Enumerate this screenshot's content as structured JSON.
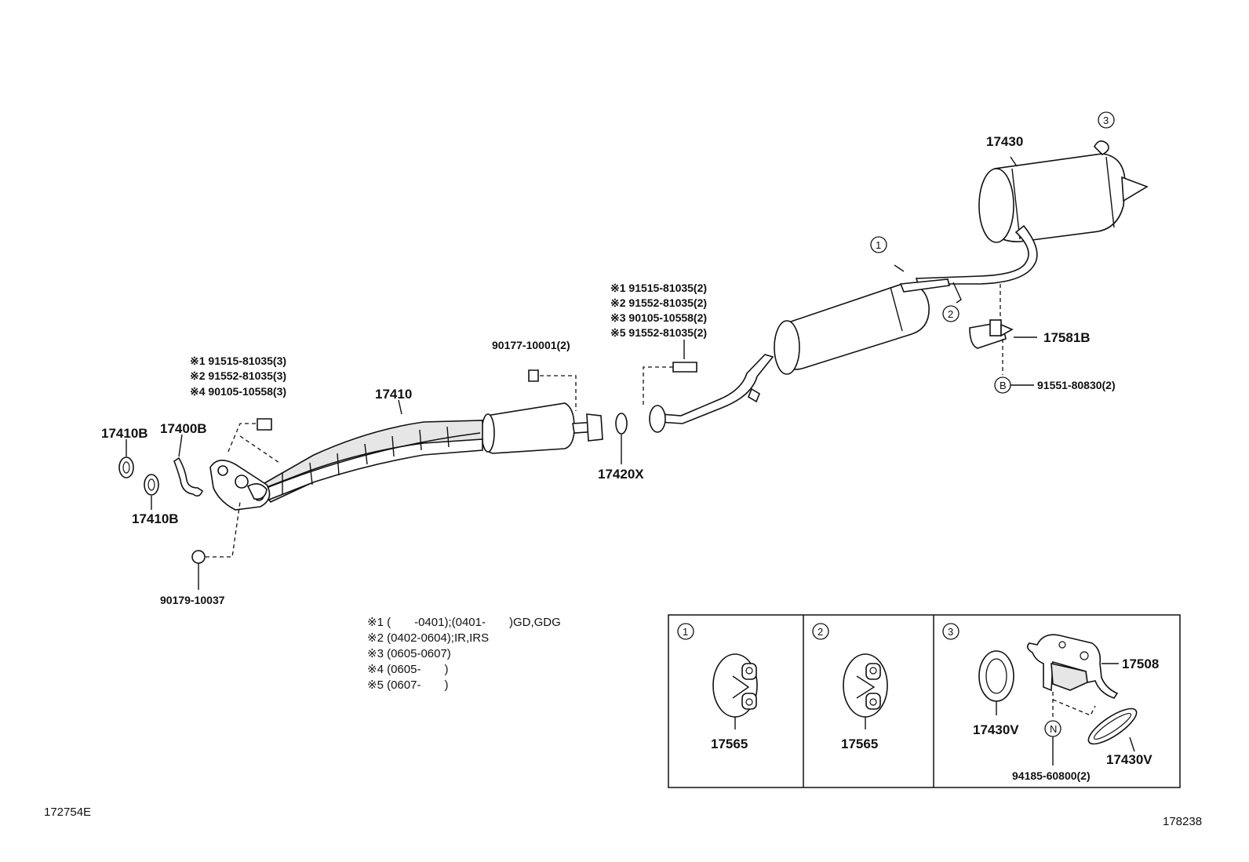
{
  "diagram": {
    "circle_labels": {
      "one": "1",
      "two": "2",
      "three": "3",
      "b": "B",
      "n": "N"
    },
    "parts": {
      "p17430": "17430",
      "p17581B": "17581B",
      "p91551": "91551-80830(2)",
      "p17410": "17410",
      "p17410B_top": "17410B",
      "p17410B_bottom": "17410B",
      "p17400B": "17400B",
      "p17420X": "17420X",
      "p90177": "90177-10001(2)",
      "p90179": "90179-10037",
      "p17565_a": "17565",
      "p17565_b": "17565",
      "p17508": "17508",
      "p17430V_a": "17430V",
      "p17430V_b": "17430V",
      "p94185": "94185-60800(2)"
    },
    "bolt_group_center": [
      "※1 91515-81035(2)",
      "※2 91552-81035(2)",
      "※3 90105-10558(2)",
      "※5 91552-81035(2)"
    ],
    "bolt_group_left": [
      "※1 91515-81035(3)",
      "※2 91552-81035(3)",
      "※4 90105-10558(3)"
    ],
    "notes": [
      "※1 (　　-0401);(0401-　　)GD,GDG",
      "※2 (0402-0604);IR,IRS",
      "※3 (0605-0607)",
      "※4 (0605-　　)",
      "※5 (0607-　　)"
    ],
    "codes": {
      "left": "172754E",
      "right": "178238"
    }
  }
}
